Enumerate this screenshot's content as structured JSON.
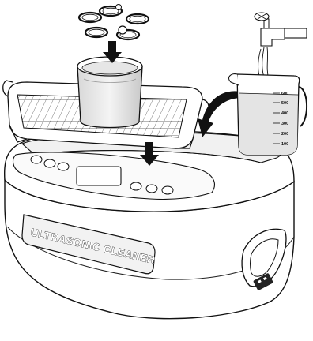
{
  "illustration": {
    "label": "ULTRASONIC CLEANER",
    "beaker_scale": [
      "600",
      "500",
      "400",
      "300",
      "200",
      "100"
    ]
  }
}
